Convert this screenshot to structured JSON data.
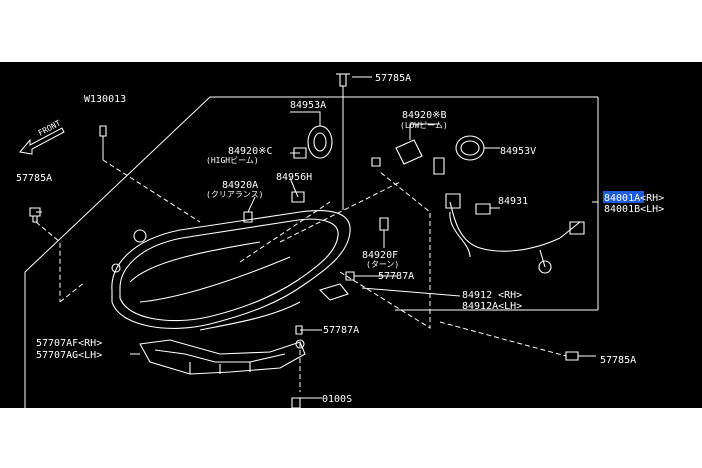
{
  "diagram": {
    "background": "#000000",
    "highlight_color": "#1e5bd8",
    "front_label": "FRONT",
    "highlighted_part": "84001A",
    "part_numbers": {
      "p57785a_top": "57785A",
      "p57785a_left": "57785A",
      "p57785a_right": "57785A",
      "w130013": "W130013",
      "p84953a": "84953A",
      "p84920c": "84920※C",
      "p84920c_sub": "(HIGHビーム)",
      "p84956h": "84956H",
      "p84920a": "84920A",
      "p84920a_sub": "(クリアランス)",
      "p84920b": "84920※B",
      "p84920b_sub": "(LOWビーム)",
      "p84953v": "84953V",
      "p84001a_code": "84001A",
      "p84001a_suffix": "<RH>",
      "p84001b": "84001B<LH>",
      "p84931": "84931",
      "p84920f": "84920F",
      "p84920f_sub": "(ターン)",
      "p57787a_mid": "57787A",
      "p57787a_low": "57787A",
      "p84912_rh": "84912 <RH>",
      "p84912a_lh": "84912A<LH>",
      "p57707af": "57707AF<RH>",
      "p57707ag": "57707AG<LH>",
      "p0100s": "0100S"
    }
  }
}
